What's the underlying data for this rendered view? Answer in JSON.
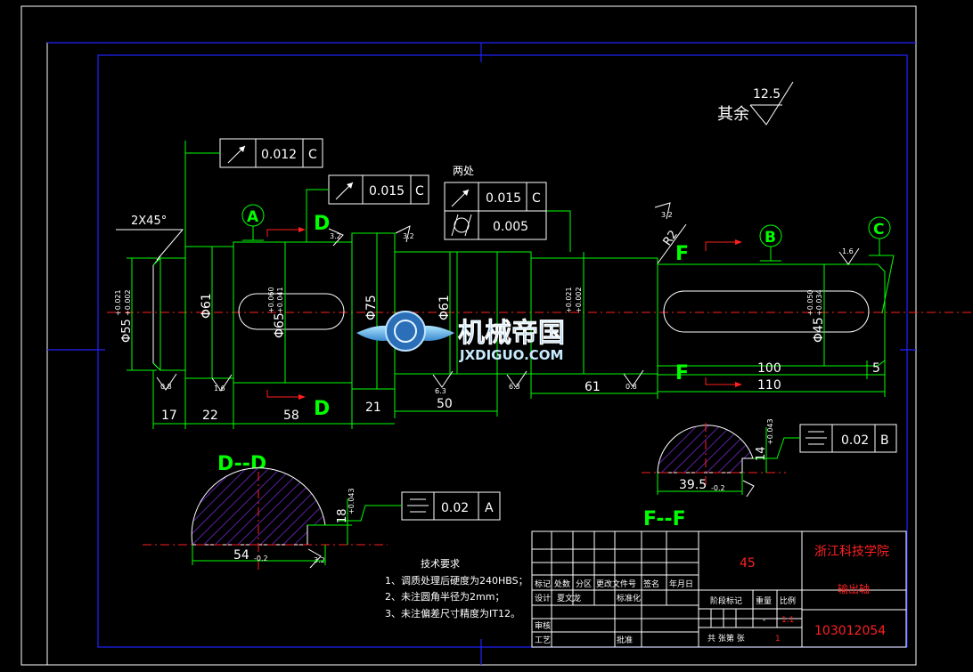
{
  "surface_finish": {
    "note": "其余",
    "value": "12.5"
  },
  "datums": [
    "A",
    "B",
    "C"
  ],
  "section_markers": {
    "d_label": "D",
    "f_label": "F"
  },
  "section_titles": {
    "dd": "D--D",
    "ff": "F--F"
  },
  "tolerance_frames": [
    {
      "id": "runout-c-top",
      "symbol": "runout",
      "value": "0.012",
      "datum": "C"
    },
    {
      "id": "runout-c-mid",
      "symbol": "runout",
      "value": "0.015",
      "datum": "C"
    },
    {
      "id": "runout-c-both",
      "symbol": "runout",
      "value": "0.015",
      "datum": "C",
      "note": "两处"
    },
    {
      "id": "cylindricity",
      "symbol": "cylindricity",
      "value": "0.005",
      "datum": ""
    },
    {
      "id": "symmetry-a",
      "symbol": "symmetry",
      "value": "0.02",
      "datum": "A"
    },
    {
      "id": "symmetry-b",
      "symbol": "symmetry",
      "value": "0.02",
      "datum": "B"
    }
  ],
  "dimensions": {
    "chamfer": "2X45°",
    "radius": "R2",
    "diameters": [
      "Φ55",
      "Φ61",
      "Φ65",
      "Φ75",
      "Φ61",
      "Φ45"
    ],
    "diameter_tol": {
      "d55_up": "+0.021",
      "d55_low": "+0.002",
      "d65_up": "+0.060",
      "d65_low": "+0.041",
      "d61_up": "+0.021",
      "d61_low": "+0.002",
      "d45_up": "+0.050",
      "d45_low": "+0.034"
    },
    "lengths": [
      "17",
      "22",
      "58",
      "21",
      "50",
      "61",
      "100",
      "110",
      "5"
    ],
    "roughness": [
      "0.8",
      "1.6",
      "3.2",
      "3.2",
      "6.3",
      "6.3",
      "0.8",
      "1.6",
      "3.2",
      "3.2"
    ],
    "section_d": {
      "width": "54",
      "width_tol": "-0.2",
      "depth": "18",
      "depth_tol": "+0.043"
    },
    "section_f": {
      "width": "39.5",
      "width_tol": "-0.2",
      "depth": "14",
      "depth_tol": "+0.043"
    }
  },
  "tech_requirements": {
    "title": "技术要求",
    "items": [
      "1、调质处理后硬度为240HBS；",
      "2、未注圆角半径为2mm；",
      "3、未注偏差尺寸精度为IT12。"
    ]
  },
  "watermark": {
    "name": "机械帝国",
    "url": "JXDIGUO.COM"
  },
  "title_block": {
    "material": "45",
    "school": "浙江科技学院",
    "part_name": "输出轴",
    "drawing_no": "103012054",
    "h_mark": "标记",
    "h_count": "处数",
    "h_zone": "分区",
    "h_docno": "更改文件号",
    "h_sign": "签名",
    "h_date": "年月日",
    "h_design": "设计",
    "designer": "夏文龙",
    "h_std": "标准化",
    "h_stage": "阶段标记",
    "h_weight": "重量",
    "h_scale": "比例",
    "weight": "-",
    "scale": "1:1",
    "h_review": "审核",
    "h_process": "工艺",
    "h_approve": "批准",
    "sheets": "共 张第 张",
    "sheet_no": "1"
  }
}
